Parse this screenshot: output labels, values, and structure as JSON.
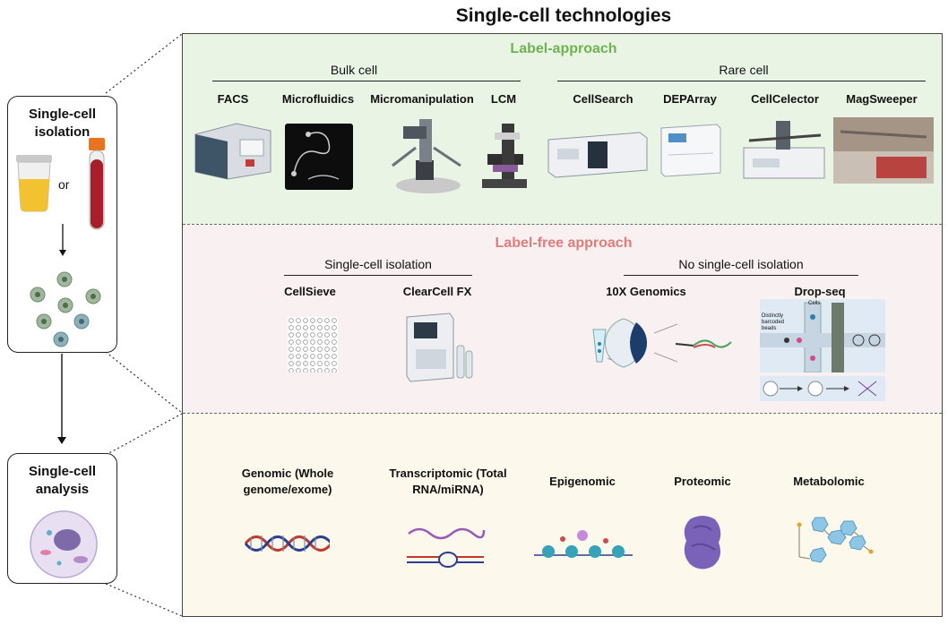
{
  "title": "Single-cell technologies",
  "sidebar": {
    "isolation_label": "Single-cell isolation",
    "or_label": "or",
    "analysis_label": "Single-cell analysis"
  },
  "label_approach": {
    "heading": "Label-approach",
    "bulk_group": "Bulk cell",
    "rare_group": "Rare cell",
    "bulk_techs": [
      "FACS",
      "Microfluidics",
      "Micromanipulation",
      "LCM"
    ],
    "rare_techs": [
      "CellSearch",
      "DEPArray",
      "CellCelector",
      "MagSweeper"
    ]
  },
  "label_free": {
    "heading": "Label-free approach",
    "iso_group": "Single-cell isolation",
    "no_iso_group": "No single-cell isolation",
    "techs": [
      "CellSieve",
      "ClearCell FX",
      "10X Genomics",
      "Drop-seq"
    ],
    "dropseq_cells": "Cells",
    "dropseq_beads": "Distinctly barcoded beads"
  },
  "analysis": {
    "items": [
      "Genomic (Whole genome/exome)",
      "Transcriptomic (Total RNA/miRNA)",
      "Epigenomic",
      "Proteomic",
      "Metabolomic"
    ]
  },
  "colors": {
    "label_green": "#6fb253",
    "label_free_pink": "#e07c7a",
    "band_green": "#eaf4e4",
    "band_pink": "#f9f1f1",
    "band_cream": "#fcf8ec"
  }
}
